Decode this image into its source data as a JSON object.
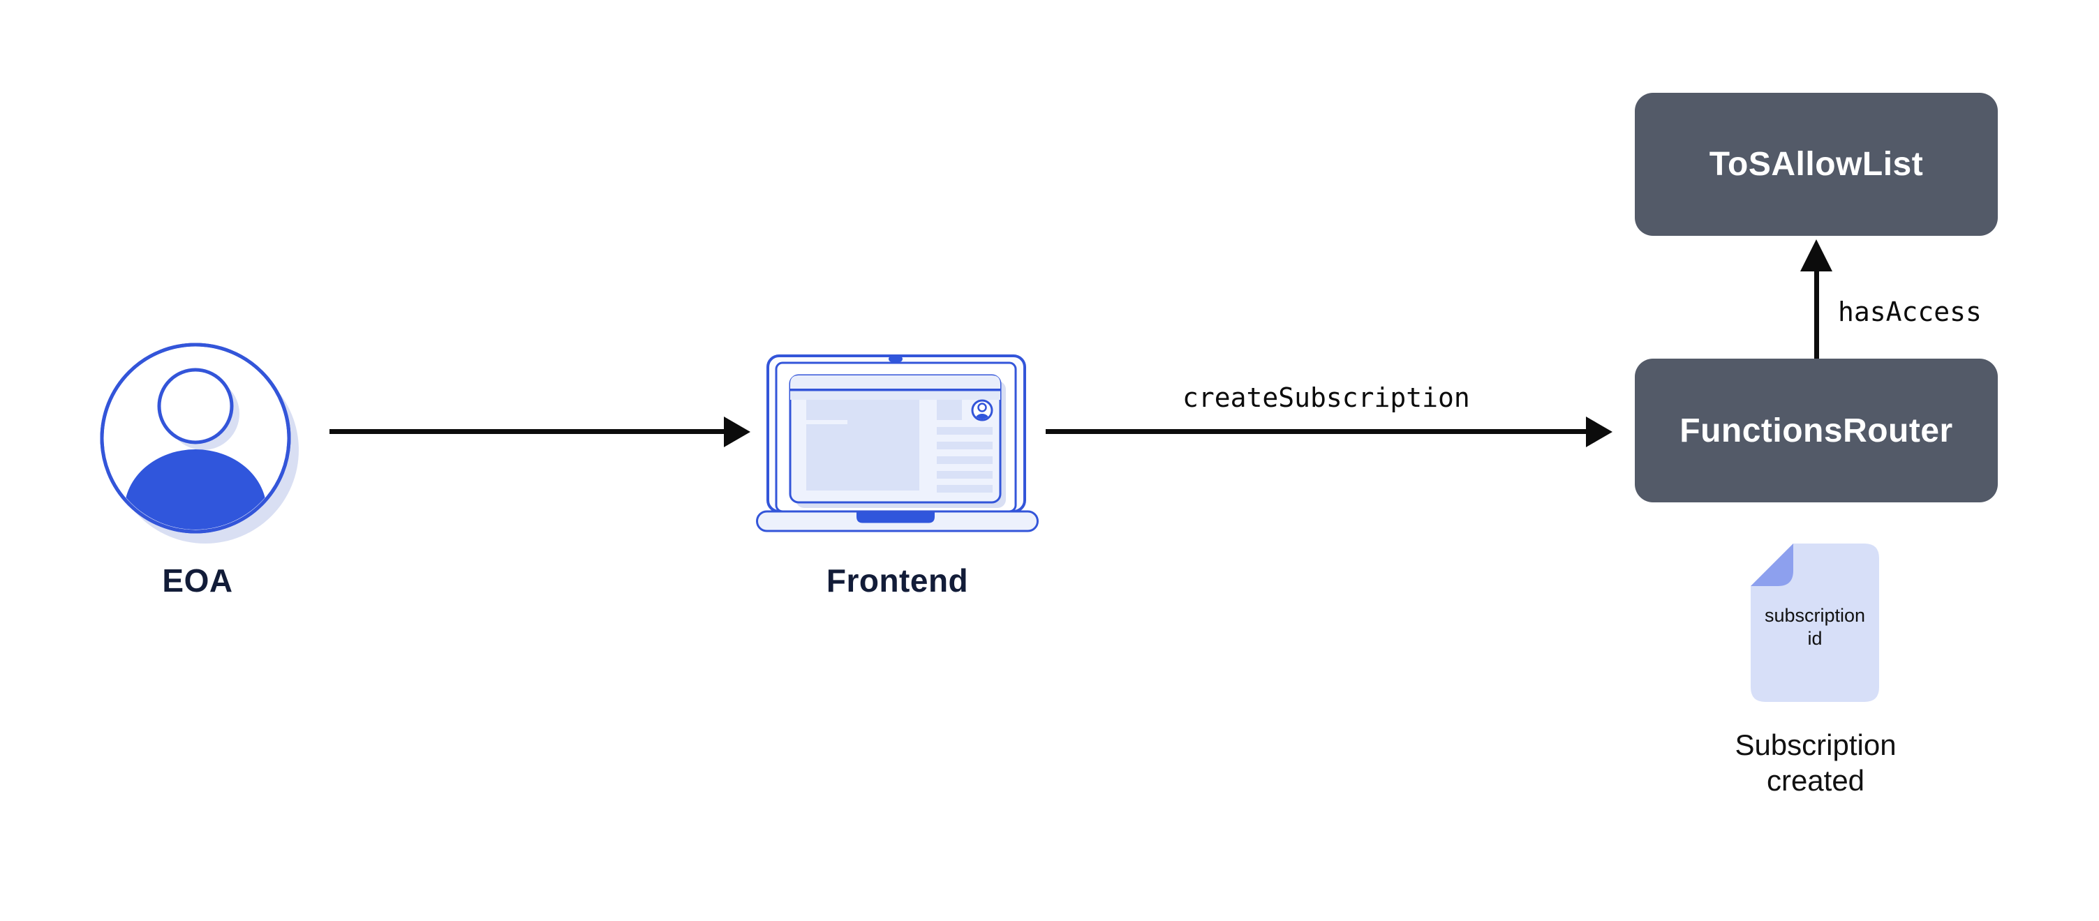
{
  "palette": {
    "accent": "#3355d9",
    "accent-fill": "#3056dc",
    "lavender": "#d9e1f7",
    "lavender-shadow": "#d9dff3",
    "window-bg": "#eef2fd",
    "topbar": "#e9eefb",
    "band": "#e2e9f9",
    "slate": "#535a68",
    "box-text": "#ffffff",
    "label-navy": "#121c38",
    "black": "#0c0c0c",
    "doc-fill": "#d7dff8",
    "doc-fold": "#8da0ee"
  },
  "nodes": {
    "eoa": {
      "label": "EOA"
    },
    "frontend": {
      "label": "Frontend"
    },
    "tos_allow_list": {
      "label": "ToSAllowList"
    },
    "functions_router": {
      "label": "FunctionsRouter"
    },
    "subscription_doc": {
      "line1": "subscription",
      "line2": "id"
    },
    "subscription_created": {
      "line1": "Subscription",
      "line2": "created"
    }
  },
  "edges": {
    "frontend_to_router": {
      "label": "createSubscription"
    },
    "router_to_tos": {
      "label": "hasAccess"
    }
  }
}
